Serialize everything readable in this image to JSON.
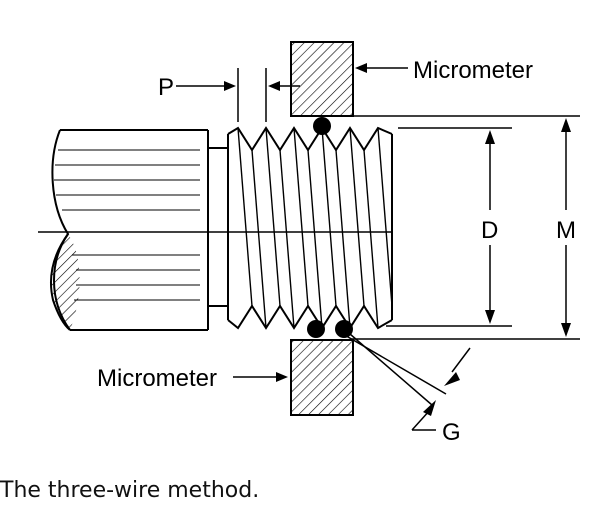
{
  "labels": {
    "pitch": "P",
    "micrometer_top": "Micrometer",
    "micrometer_bottom": "Micrometer",
    "pitch_diameter": "D",
    "measurement": "M",
    "wire_size": "G"
  },
  "caption": "The three-wire method."
}
